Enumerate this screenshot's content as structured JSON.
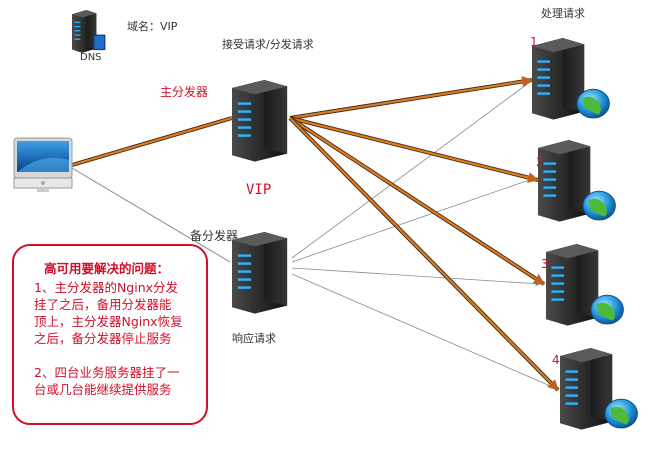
{
  "labels": {
    "domain": "域名：VIP",
    "dns": "DNS",
    "receive": "接受请求/分发请求",
    "process": "处理请求",
    "master": "主分发器",
    "backup": "备分发器",
    "vip": "VIP",
    "respond": "响应请求"
  },
  "servers": [
    "1",
    "2",
    "3",
    "4"
  ],
  "note": {
    "title": "高可用要解决的问题：",
    "p1": [
      "1、主分发器的Nginx分发",
      "挂了之后，备用分发器能",
      "顶上，主分发器Nginx恢复",
      "之后，备分发器停止服务"
    ],
    "p2": [
      "2、四台业务服务器挂了一",
      "台或几台能继续提供服务"
    ]
  },
  "colors": {
    "accent_red": "#d0102a",
    "active_link": "#e07a1f",
    "passive_link": "#888888"
  }
}
